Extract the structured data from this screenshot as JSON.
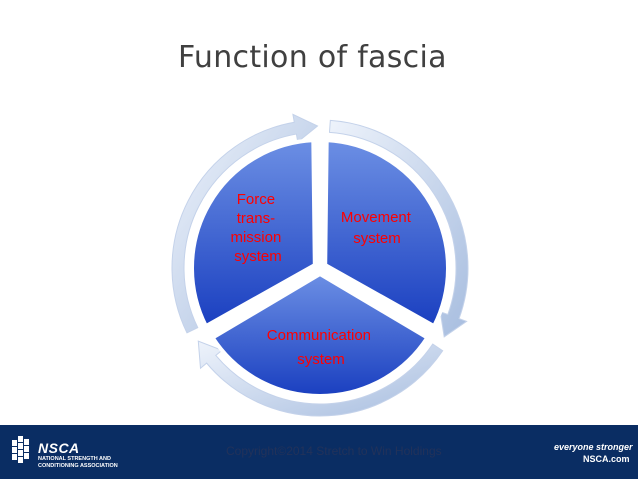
{
  "slide": {
    "title": "Function of fascia"
  },
  "diagram": {
    "segments": [
      {
        "id": "movement",
        "lines": [
          "Movement",
          "system"
        ]
      },
      {
        "id": "communication",
        "lines": [
          "Communication",
          "system"
        ]
      },
      {
        "id": "force",
        "lines": [
          "Force",
          "trans-",
          "mission",
          "system"
        ]
      }
    ],
    "colors": {
      "segment_top": "#6c8fe4",
      "segment_bottom": "#1a3fc0",
      "arrow_light": "#dfe8f6",
      "arrow_dark": "#a7bddf",
      "label": "#ff0000"
    }
  },
  "footer": {
    "org_name": "NSCA",
    "org_full_line1": "NATIONAL STRENGTH AND",
    "org_full_line2": "CONDITIONING ASSOCIATION",
    "copyright": "Copyright©2014 Stretch to Win Holdings",
    "slogan": "everyone stronger",
    "url": "NSCA.com",
    "bar_color": "#0a2d63"
  }
}
